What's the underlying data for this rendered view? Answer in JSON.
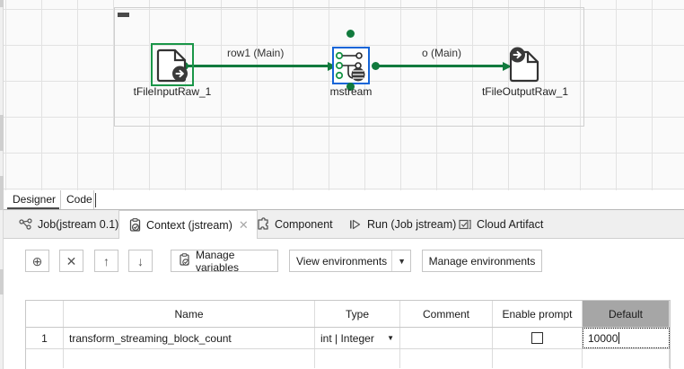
{
  "canvas": {
    "subjob": {
      "name": "subjob-frame"
    },
    "nodes": [
      {
        "id": "tfileinputraw",
        "label": "tFileInputRaw_1",
        "icon": "file-input-icon",
        "selected": true
      },
      {
        "id": "mstream",
        "label": "mstream",
        "icon": "tmap-icon",
        "selected": true
      },
      {
        "id": "tfileoutputraw",
        "label": "tFileOutputRaw_1",
        "icon": "file-output-icon",
        "selected": false
      }
    ],
    "links": [
      {
        "id": "row1",
        "label": "row1 (Main)"
      },
      {
        "id": "o",
        "label": "o (Main)"
      }
    ],
    "link_color": "#117a3d",
    "selection_color": "#1565d8"
  },
  "editor_tabs": [
    {
      "label": "Designer",
      "active": true
    },
    {
      "label": "Code",
      "active": false
    }
  ],
  "view_tabs": [
    {
      "label": "Job(jstream 0.1)",
      "icon": "job-icon",
      "active": false,
      "closable": false
    },
    {
      "label": "Context (jstream)",
      "icon": "context-icon",
      "active": true,
      "closable": true
    },
    {
      "label": "Component",
      "icon": "component-icon",
      "active": false,
      "closable": false
    },
    {
      "label": "Run (Job jstream)",
      "icon": "run-icon",
      "active": false,
      "closable": false
    },
    {
      "label": "Cloud Artifact",
      "icon": "cloud-artifact-icon",
      "active": false,
      "closable": false
    }
  ],
  "toolbar": {
    "add_label": "⊕",
    "delete_label": "✕",
    "up_label": "↑",
    "down_label": "↓",
    "manage_variables_label": "Manage variables",
    "view_environments_label": "View environments",
    "view_environments_arrow": "▼",
    "manage_environments_label": "Manage environments"
  },
  "table": {
    "columns": [
      "",
      "Name",
      "Type",
      "Comment",
      "Enable prompt",
      "Default"
    ],
    "selected_column": "Default",
    "rows": [
      {
        "index": "1",
        "name": "transform_streaming_block_count",
        "type": "int | Integer",
        "type_arrow": "▼",
        "comment": "",
        "enable_prompt": false,
        "default": "10000",
        "default_editing": true
      }
    ]
  }
}
